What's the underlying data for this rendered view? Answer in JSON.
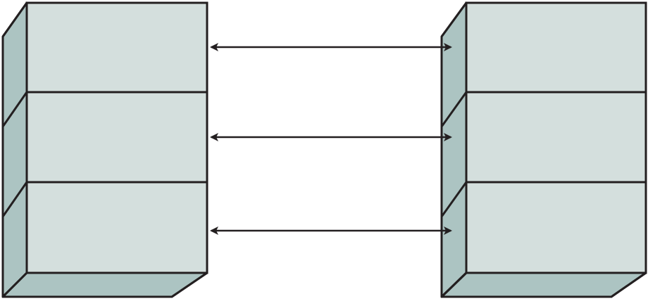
{
  "colors": {
    "face": "#d4dfdd",
    "side": "#acc4c2",
    "outline": "#231f20",
    "arrow": "#231f20",
    "background": "#ffffff"
  },
  "stacks": [
    {
      "name": "left-stack",
      "layers": 3
    },
    {
      "name": "right-stack",
      "layers": 3
    }
  ],
  "connections": [
    {
      "name": "layer-1-link",
      "type": "bidirectional-arrow"
    },
    {
      "name": "layer-2-link",
      "type": "bidirectional-arrow"
    },
    {
      "name": "layer-3-link",
      "type": "bidirectional-arrow"
    }
  ]
}
